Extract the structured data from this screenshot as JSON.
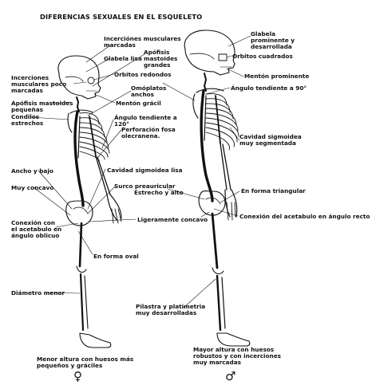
{
  "title": "DIFERENCIAS SEXUALES EN EL ESQUELETO",
  "labels": {
    "inserciones_marcadas": "Incerciónes musculares\nmarcadas",
    "apofisis_mastoides": "Apófisis\nmastoides\ngrandes",
    "glabela_lisa": "Glabela lisa",
    "orbitos_redondos": "Orbitos redondos",
    "omoplatos_anchos": "Omóplatos\nanchos",
    "menton_gracil": "Mentón grácil",
    "angulo_120": "Ángulo tendiente a\n120°",
    "perforacion_fosa": "Perforación fosa\nolecranena.",
    "glabela_prominente": "Glabela\nprominente y\ndesarrollada",
    "orbitos_cuadrados": "Orbitos cuadrados",
    "menton_prominente": "Mentón prominente",
    "angulo_90": "Ángulo tendiente a 90°",
    "inserciones_poco": "Incerciones\nmusculares poco\nmarcadas",
    "apofisis_pequenas": "Apófisis mastoides\npequeñas",
    "condilos_estrechos": "Condilos\nestrechos",
    "ancho_bajo": "Ancho y bajo",
    "cavidad_lisa": "Cavidad sigmoidea lisa",
    "cavidad_segmentada": "Cavidad sigmoidea\nmuy segmentada",
    "surco_preauricular": "Surco preauricular",
    "estrecho_alto": "Estrecho y alto",
    "muy_concavo": "Muy concavo",
    "forma_triangular": "En forma triangular",
    "conexion_oblicuo": "Conexión con\nel acetabulo en\nángulo oblicuo",
    "ligeramente_concavo": "Ligeramente concavo",
    "conexion_recto": "Conexión del acetabulo en ángulo recto",
    "forma_oval": "En forma oval",
    "diametro_menor": "Diámetro menor",
    "pilastra": "Pilastra y platimetria\nmuy desarrolladas",
    "menor_altura": "Menor altura con huesos más\npequeños y gráciles",
    "mayor_altura": "Mayor altura con huesos\nrobustos y con incerciones\nmuy marcadas"
  },
  "symbols": {
    "female": "♀",
    "male": "♂"
  },
  "colors": {
    "ink": "#111111",
    "paper": "#ffffff"
  }
}
